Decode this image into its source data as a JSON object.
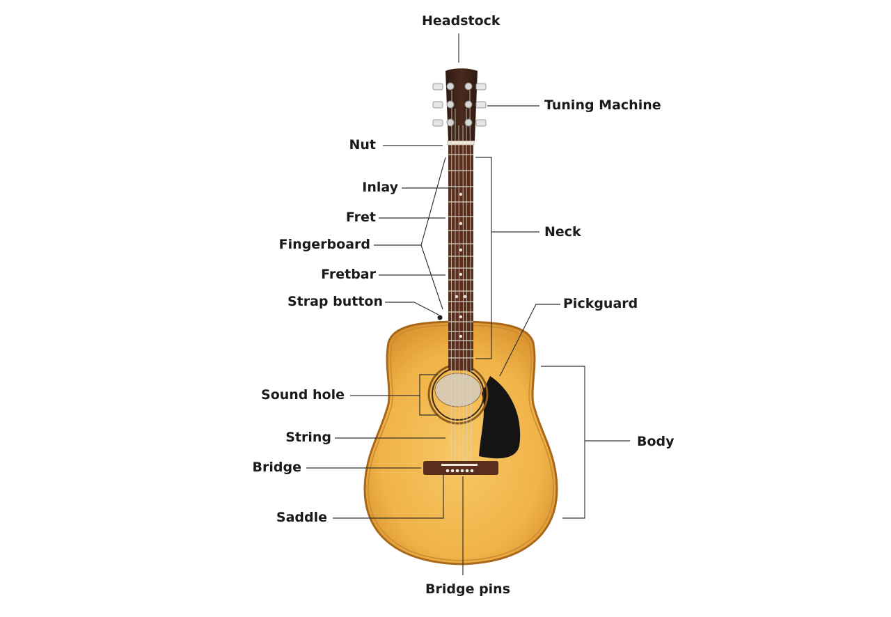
{
  "diagram": {
    "labels": {
      "headstock": "Headstock",
      "tuning_machine": "Tuning Machine",
      "nut": "Nut",
      "inlay": "Inlay",
      "fret": "Fret",
      "neck": "Neck",
      "fingerboard": "Fingerboard",
      "fretbar": "Fretbar",
      "strap_button": "Strap button",
      "pickguard": "Pickguard",
      "sound_hole": "Sound hole",
      "string": "String",
      "body": "Body",
      "bridge": "Bridge",
      "saddle": "Saddle",
      "bridge_pins": "Bridge pins"
    },
    "colors": {
      "body_wood": "#f2b64a",
      "body_edge": "#b8741c",
      "fretboard": "#5a2e1c",
      "headstock": "#3e2318",
      "pickguard": "#141414",
      "leader": "#333333"
    }
  }
}
